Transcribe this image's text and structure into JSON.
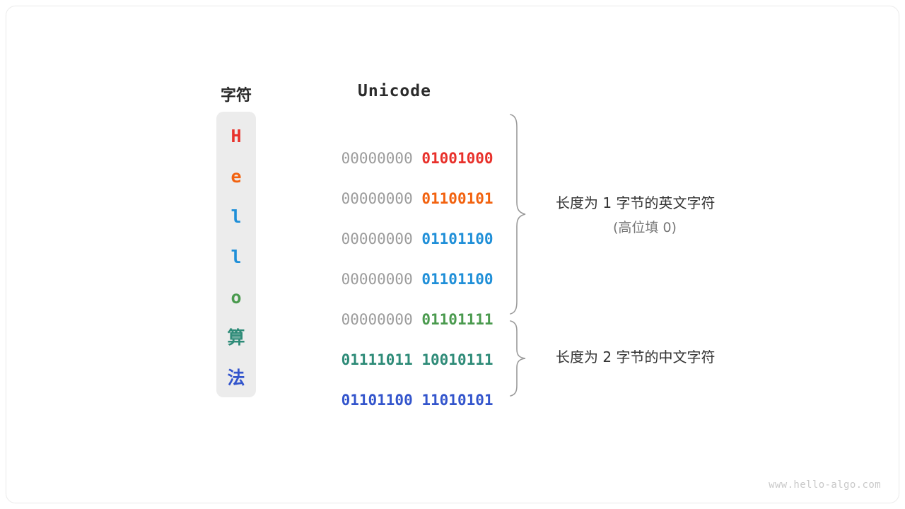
{
  "headers": {
    "character": "字符",
    "unicode": "Unicode"
  },
  "colors": {
    "red": "#e8312b",
    "orange": "#f2620f",
    "light_blue": "#1f8fd8",
    "green": "#4a9a4e",
    "teal": "#2e8b78",
    "blue": "#3355cc",
    "gray_high_bits": "#9b9b9b",
    "column_background": "#ececec",
    "brace_stroke": "#9a9a9a",
    "watermark": "#c9c9c9"
  },
  "rows": [
    {
      "char": "H",
      "color": "#e8312b",
      "high": "00000000 ",
      "low": "01001000",
      "cjk": false
    },
    {
      "char": "e",
      "color": "#f2620f",
      "high": "00000000 ",
      "low": "01100101",
      "cjk": false
    },
    {
      "char": "l",
      "color": "#1f8fd8",
      "high": "00000000 ",
      "low": "01101100",
      "cjk": false
    },
    {
      "char": "l",
      "color": "#1f8fd8",
      "high": "00000000 ",
      "low": "01101100",
      "cjk": false
    },
    {
      "char": "o",
      "color": "#4a9a4e",
      "high": "00000000 ",
      "low": "01101111",
      "cjk": false
    },
    {
      "char": "算",
      "color": "#2e8b78",
      "high": "",
      "low": "01111011 10010111",
      "cjk": true
    },
    {
      "char": "法",
      "color": "#3355cc",
      "high": "",
      "low": "01101100 11010101",
      "cjk": true
    }
  ],
  "annotations": {
    "group1_line1": "长度为 1 字节的英文字符",
    "group1_line2": "(高位填 0)",
    "group2_line1": "长度为 2 字节的中文字符"
  },
  "footer": {
    "watermark": "www.hello-algo.com"
  }
}
